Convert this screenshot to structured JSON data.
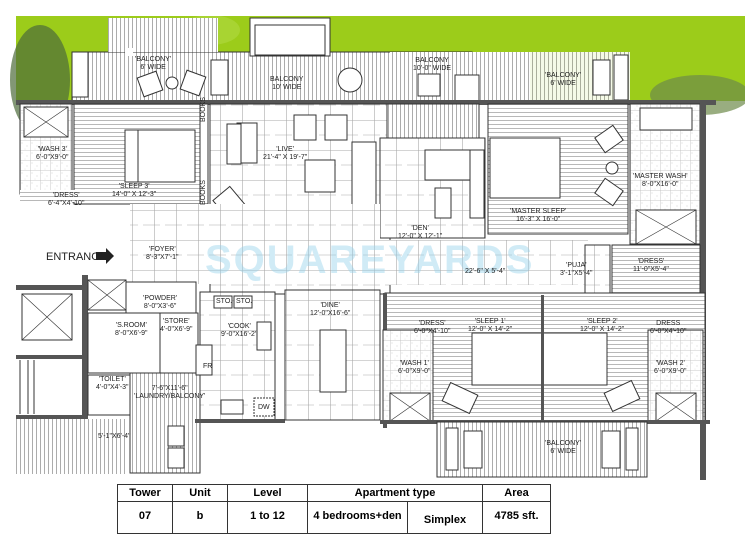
{
  "watermark": "SQUAREYARDS",
  "entrance_label": "ENTRANCE",
  "rooms": {
    "balcony_left": {
      "name": "'BALCONY'",
      "dim": "6' WIDE"
    },
    "balcony_center": {
      "name": "BALCONY",
      "dim": "10' WIDE"
    },
    "balcony_right_center": {
      "name": "BALCONY",
      "dim": "10'-0\" WIDE"
    },
    "balcony_right": {
      "name": "'BALCONY'",
      "dim": "6' WIDE"
    },
    "wash3": {
      "name": "'WASH 3'",
      "dim": "6'-0\"X9'-0\""
    },
    "sleep3": {
      "name": "'SLEEP 3'",
      "dim": "14'-0\" X 12'-3\""
    },
    "dress3": {
      "name": "'DRESS'",
      "dim": "6'-4\"X4'-10\""
    },
    "books_top": "BOOKS",
    "books_bottom": "BOOKS",
    "live": {
      "name": "'LIVE'",
      "dim": "21'-4\" X 19'-7\""
    },
    "den": {
      "name": "'DEN'",
      "dim": "12'-0\" X 12'-1\""
    },
    "master_sleep": {
      "name": "'MASTER SLEEP'",
      "dim": "16'-3\" X 16'-0\""
    },
    "master_wash": {
      "name": "'MASTER WASH'",
      "dim": "8'-0\"X16'-0\""
    },
    "foyer": {
      "name": "'FOYER'",
      "dim": "8'-3\"X7'-1\""
    },
    "corridor": {
      "dim": "22'-6\" X 5'-4\""
    },
    "puja": {
      "name": "'PUJA'",
      "dim": "3'-1\"X5'-4\""
    },
    "dress_master": {
      "name": "'DRESS'",
      "dim": "11'-0\"X5'-4\""
    },
    "powder": {
      "name": "'POWDER'",
      "dim": "8'-0\"X3'-6\""
    },
    "s_room": {
      "name": "'S.ROOM'",
      "dim": "8'-0\"X6'-9\""
    },
    "store": {
      "name": "'STORE'",
      "dim": "4'-0\"X6'-9\""
    },
    "sto1": "STO.",
    "sto2": "STO.",
    "cook": {
      "name": "'COOK'",
      "dim": "9'-0\"X16'-2\""
    },
    "fr": "FR",
    "dw": "DW",
    "dine": {
      "name": "'DINE'",
      "dim": "12'-0\"X16'-6\""
    },
    "dress1": {
      "name": "'DRESS'",
      "dim": "6'-0\"X4'-10\""
    },
    "sleep1": {
      "name": "'SLEEP 1'",
      "dim": "12'-0\" X 14'-2\""
    },
    "sleep2": {
      "name": "'SLEEP 2'",
      "dim": "12'-0\" X 14'-2\""
    },
    "dress2": {
      "name": "DRESS",
      "dim": "6'-0\"X4'-10\""
    },
    "wash1": {
      "name": "'WASH 1'",
      "dim": "6'-0\"X9'-0\""
    },
    "wash2": {
      "name": "'WASH 2'",
      "dim": "6'-0\"X9'-0\""
    },
    "toilet": {
      "name": "'TOILET'",
      "dim": "4'-0\"X4'-3\""
    },
    "laundry": {
      "name": "'LAUNDRY/BALCONY'",
      "dim": "7'-6\"X11'-6\""
    },
    "utility_balcony": {
      "dim": "5'-1\"X6'-4\""
    },
    "balcony_bottom": {
      "name": "'BALCONY'",
      "dim": "6' WIDE"
    }
  },
  "summary_table": {
    "headers": [
      "Tower",
      "Unit",
      "Level",
      "Apartment type",
      "Area"
    ],
    "row": {
      "tower": "07",
      "unit": "b",
      "level": "1 to 12",
      "type_bedrooms": "4 bedrooms+den",
      "type_style": "Simplex",
      "area": "4785 sft."
    }
  },
  "colors": {
    "lawn": "#9ccc1a",
    "wall": "#555555",
    "line": "#333333",
    "watermark": "#96d2eb"
  }
}
